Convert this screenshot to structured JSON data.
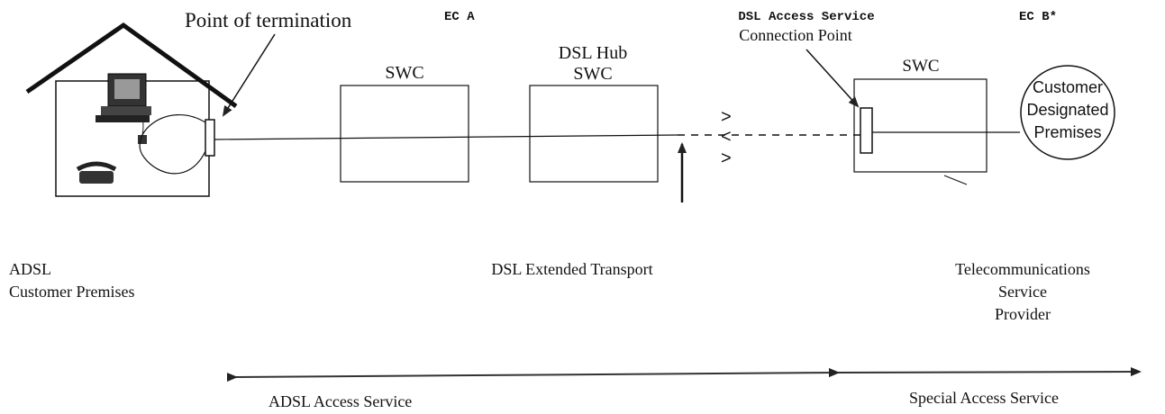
{
  "labels": {
    "point_of_termination": "Point of termination",
    "ec_a": "EC A",
    "dsl_hub_line1": "DSL Hub",
    "dsl_hub_line2": "SWC",
    "swc_1": "SWC",
    "swc_3": "SWC",
    "dsl_access_service": "DSL Access Service",
    "connection_point": "Connection Point",
    "ec_b": "EC B*",
    "customer_line1": "Customer",
    "customer_line2": "Designated",
    "customer_line3": "Premises",
    "adsl_line1": "ADSL",
    "adsl_line2": "Customer Premises",
    "dsl_extended_transport": "DSL Extended Transport",
    "tsp_line1": "Telecommunications",
    "tsp_line2": "Service",
    "tsp_line3": "Provider",
    "adsl_access_service": "ADSL Access Service",
    "special_access_service": "Special Access Service",
    "gt_top": ">",
    "lt_mid": "<",
    "gt_bottom": ">"
  }
}
